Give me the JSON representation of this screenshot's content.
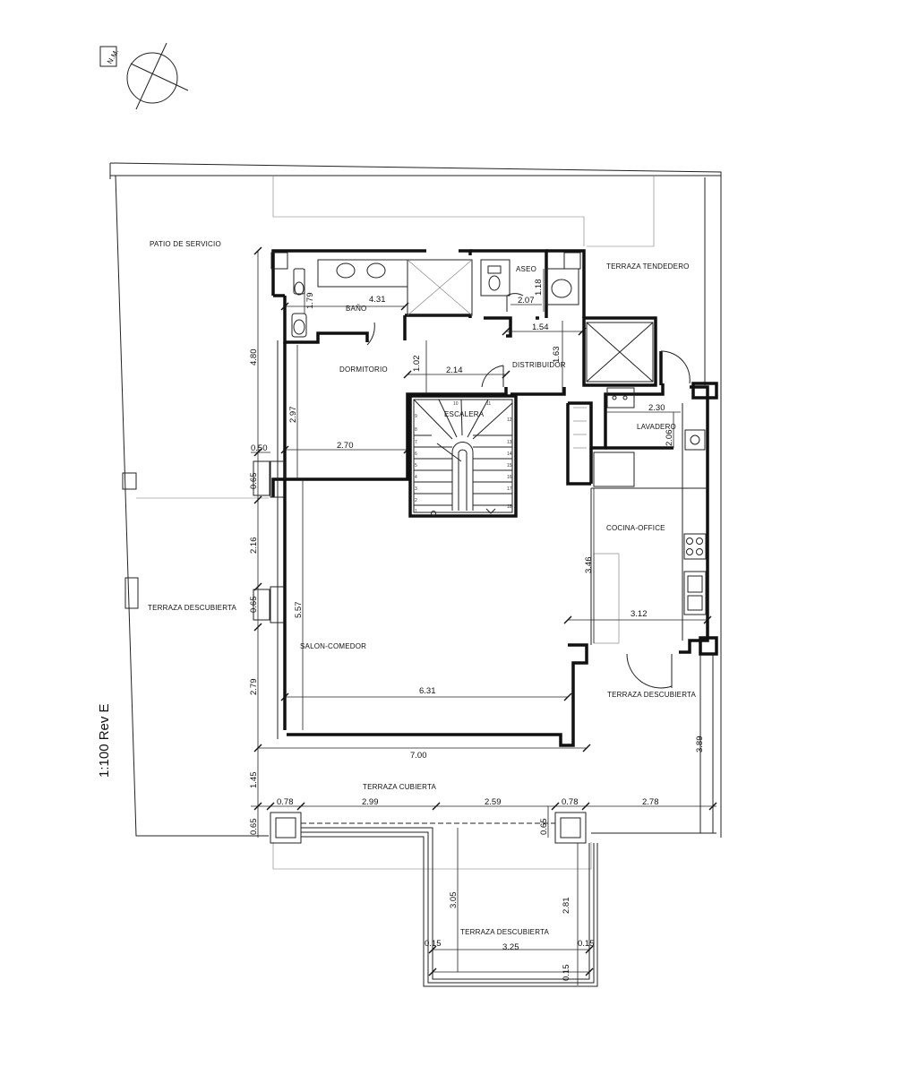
{
  "north": {
    "label": "N.M."
  },
  "scale_note": "1:100 Rev E",
  "rooms": {
    "patio_servicio": "PATIO DE SERVICIO",
    "terraza_tendedero": "TERRAZA TENDEDERO",
    "aseo": "ASEO",
    "bano": "BAÑO",
    "dormitorio": "DORMITORIO",
    "distribuidor": "DISTRIBUIDOR",
    "escalera": "ESCALERA",
    "lavadero": "LAVADERO",
    "cocina_office": "COCINA-OFFICE",
    "terraza_descubierta_izq": "TERRAZA DESCUBIERTA",
    "salon_comedor": "SALON-COMEDOR",
    "terraza_descubierta_der": "TERRAZA DESCUBIERTA",
    "terraza_cubierta": "TERRAZA CUBIERTA",
    "terraza_descubierta_inf": "TERRAZA DESCUBIERTA"
  },
  "dimensions": {
    "d_4_31": "4.31",
    "d_1_79": "1.79",
    "d_2_07": "2.07",
    "d_1_18": "1.18",
    "d_1_54": "1.54",
    "d_1_63": "1.63",
    "d_1_02": "1.02",
    "d_2_14": "2.14",
    "d_4_80": "4.80",
    "d_2_97": "2.97",
    "d_0_50": "0.50",
    "d_2_70": "2.70",
    "d_0_65_a": "0.65",
    "d_2_16": "2.16",
    "d_0_65_b": "0.65",
    "d_5_57": "5.57",
    "d_2_79": "2.79",
    "d_6_31": "6.31",
    "d_7_00": "7.00",
    "d_1_45": "1.45",
    "d_0_78_a": "0.78",
    "d_2_99": "2.99",
    "d_2_59": "2.59",
    "d_0_78_b": "0.78",
    "d_2_78": "2.78",
    "d_0_65_c": "0.65",
    "d_0_65_d": "0.65",
    "d_3_05": "3.05",
    "d_2_81": "2.81",
    "d_0_15_a": "0.15",
    "d_3_25": "3.25",
    "d_0_15_b": "0.15",
    "d_0_15_c": "0.15",
    "d_2_30": "2.30",
    "d_2_06": "2.06",
    "d_3_46": "3.46",
    "d_3_12": "3.12",
    "d_3_89": "3.89"
  },
  "stair_steps": {
    "left": [
      "9",
      "8",
      "7",
      "6",
      "5",
      "4",
      "3",
      "2",
      "1"
    ],
    "right": [
      "12",
      "13",
      "14",
      "15",
      "16",
      "17",
      "18"
    ],
    "top": [
      "10",
      "11"
    ]
  }
}
